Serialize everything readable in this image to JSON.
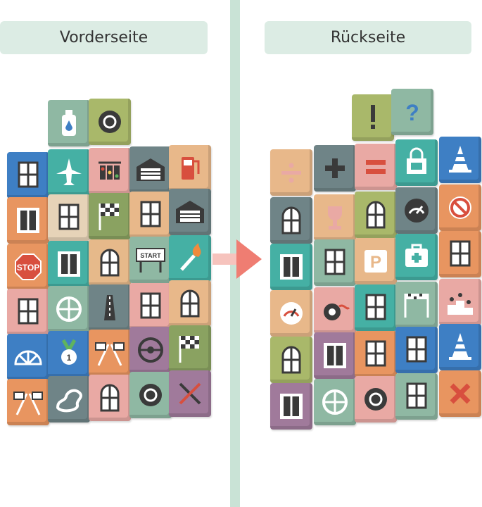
{
  "labels": {
    "front": "Vorderseite",
    "back": "Rückseite",
    "front_extra": "STOP",
    "start_sign": "START"
  },
  "colors": {
    "divider": "#c9e3d6",
    "label_bg": "#dcece4",
    "arrow": "#ef7d72"
  },
  "front_blocks": [
    {
      "icon": "water-bottle-icon",
      "color": "#8fb8a3"
    },
    {
      "icon": "tire-icon",
      "color": "#a9b86a"
    },
    {
      "icon": "window-icon",
      "color": "#3e7fc4"
    },
    {
      "icon": "airplane-icon",
      "color": "#45b0a4"
    },
    {
      "icon": "traffic-light-icon",
      "color": "#e9a9a4"
    },
    {
      "icon": "garage-icon",
      "color": "#6f8487"
    },
    {
      "icon": "fuel-pump-icon",
      "color": "#e8b88a"
    },
    {
      "icon": "door-icon",
      "color": "#e89560"
    },
    {
      "icon": "window-icon",
      "color": "#e6d3b8"
    },
    {
      "icon": "checkered-flag-icon",
      "color": "#8aa261"
    },
    {
      "icon": "window-icon",
      "color": "#e8b88a"
    },
    {
      "icon": "garage-icon",
      "color": "#6f8487"
    },
    {
      "icon": "stop-sign-icon",
      "color": "#e89560"
    },
    {
      "icon": "door-icon",
      "color": "#45b0a4"
    },
    {
      "icon": "arch-window-icon",
      "color": "#e6b98a"
    },
    {
      "icon": "start-sign-icon",
      "color": "#8fb8a3"
    },
    {
      "icon": "torch-icon",
      "color": "#45b0a4"
    },
    {
      "icon": "window-icon",
      "color": "#e9a9a4"
    },
    {
      "icon": "round-window-icon",
      "color": "#8fb8a3"
    },
    {
      "icon": "road-icon",
      "color": "#6f8487"
    },
    {
      "icon": "window-icon",
      "color": "#e9a9a4"
    },
    {
      "icon": "arch-window-icon",
      "color": "#e8b88a"
    },
    {
      "icon": "fan-window-icon",
      "color": "#3e7fc4"
    },
    {
      "icon": "medal-icon",
      "color": "#3e7fc4"
    },
    {
      "icon": "checkered-flags-icon",
      "color": "#e89560"
    },
    {
      "icon": "steering-wheel-icon",
      "color": "#a07a9b"
    },
    {
      "icon": "checkered-flag-icon",
      "color": "#8aa261"
    },
    {
      "icon": "checkered-flags-icon",
      "color": "#e89560"
    },
    {
      "icon": "race-track-icon",
      "color": "#6f8487"
    },
    {
      "icon": "arch-window-icon",
      "color": "#e9a9a4"
    },
    {
      "icon": "wheel-icon",
      "color": "#8fb8a3"
    },
    {
      "icon": "tools-icon",
      "color": "#a07a9b"
    }
  ],
  "back_blocks": [
    {
      "icon": "exclamation-icon",
      "color": "#a9b86a"
    },
    {
      "icon": "question-icon",
      "color": "#8fb8a3"
    },
    {
      "icon": "divide-icon",
      "color": "#e8b88a"
    },
    {
      "icon": "plus-icon",
      "color": "#6f8487"
    },
    {
      "icon": "equals-icon",
      "color": "#e9a9a4"
    },
    {
      "icon": "shop-icon",
      "color": "#45b0a4"
    },
    {
      "icon": "cone-icon",
      "color": "#3e7fc4"
    },
    {
      "icon": "arch-window-icon",
      "color": "#6f8487"
    },
    {
      "icon": "trophy-icon",
      "color": "#e8b88a"
    },
    {
      "icon": "arch-window-icon",
      "color": "#a9b86a"
    },
    {
      "icon": "speedometer-icon",
      "color": "#6f8487"
    },
    {
      "icon": "no-entry-icon",
      "color": "#e89560"
    },
    {
      "icon": "door-icon",
      "color": "#45b0a4"
    },
    {
      "icon": "window-icon",
      "color": "#8fb8a3"
    },
    {
      "icon": "parking-icon",
      "color": "#e8b88a"
    },
    {
      "icon": "first-aid-icon",
      "color": "#45b0a4"
    },
    {
      "icon": "window-icon",
      "color": "#e89560"
    },
    {
      "icon": "gauge-icon",
      "color": "#e8b88a"
    },
    {
      "icon": "race-car-icon",
      "color": "#e9a9a4"
    },
    {
      "icon": "window-icon",
      "color": "#45b0a4"
    },
    {
      "icon": "finish-gate-icon",
      "color": "#8fb8a3"
    },
    {
      "icon": "podium-icon",
      "color": "#e9a9a4"
    },
    {
      "icon": "arch-window-icon",
      "color": "#a9b86a"
    },
    {
      "icon": "door-icon",
      "color": "#a07a9b"
    },
    {
      "icon": "window-icon",
      "color": "#e89560"
    },
    {
      "icon": "window-icon",
      "color": "#3e7fc4"
    },
    {
      "icon": "cone-icon",
      "color": "#3e7fc4"
    },
    {
      "icon": "door-icon",
      "color": "#a07a9b"
    },
    {
      "icon": "round-window-icon",
      "color": "#8fb8a3"
    },
    {
      "icon": "wheel-icon",
      "color": "#e9a9a4"
    },
    {
      "icon": "window-icon",
      "color": "#8fb8a3"
    },
    {
      "icon": "x-icon",
      "color": "#e89560"
    }
  ]
}
